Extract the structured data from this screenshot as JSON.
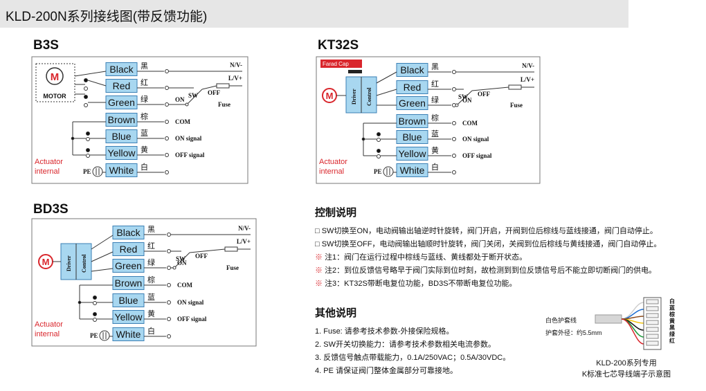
{
  "title": "KLD-200N系列接线图(带反馈功能)",
  "models": {
    "b3s": "B3S",
    "kt32s": "KT32S",
    "bd3s": "BD3S"
  },
  "wires": [
    {
      "en": "Black",
      "cn": "黑"
    },
    {
      "en": "Red",
      "cn": "红"
    },
    {
      "en": "Green",
      "cn": "绿"
    },
    {
      "en": "Brown",
      "cn": "棕"
    },
    {
      "en": "Blue",
      "cn": "蓝"
    },
    {
      "en": "Yellow",
      "cn": "黄"
    },
    {
      "en": "White",
      "cn": "白"
    }
  ],
  "terminals": {
    "nv": "N/V-",
    "lv": "L/V+",
    "com": "COM",
    "on_signal": "ON signal",
    "off_signal": "OFF signal",
    "fuse": "Fuse",
    "sw": "SW",
    "on": "ON",
    "off": "OFF",
    "pe": "PE"
  },
  "labels": {
    "motor": "MOTOR",
    "m": "M",
    "driver": "Driver",
    "control": "Control",
    "farad": "Farad Cap",
    "actuator1": "Actuator",
    "actuator2": "internal"
  },
  "control": {
    "heading": "控制说明",
    "items": [
      {
        "mark": "□",
        "text": "SW切换至ON，电动阀输出轴逆时针旋转，阀门开启，开阀到位后棕线与蓝线接通，阀门自动停止。"
      },
      {
        "mark": "□",
        "text": "SW切换至OFF，电动阀输出轴顺时针旋转，阀门关闭，关阀到位后棕线与黄线接通，阀门自动停止。"
      },
      {
        "mark": "※",
        "text": "注1：阀门在运行过程中棕线与蓝线、黄线都处于断开状态。"
      },
      {
        "mark": "※",
        "text": "注2：到位反馈信号略早于阀门实际到位时刻，故检测到到位反馈信号后不能立即切断阀门的供电。"
      },
      {
        "mark": "※",
        "text": "注3：KT32S带断电复位功能，BD3S不带断电复位功能。"
      }
    ]
  },
  "other": {
    "heading": "其他说明",
    "items": [
      "1. Fuse: 请参考技术参数-外接保险规格。",
      "2. SW开关切换能力：请参考技术参数相关电流参数。",
      "3. 反馈信号触点带载能力，0.1A/250VAC；0.5A/30VDC。",
      "4. PE 请保证阀门整体金属部分可靠接地。"
    ]
  },
  "terminal_fig": {
    "sheath": "白色护套线",
    "diameter": "护套外径：约5.5mm",
    "colors": [
      "白",
      "蓝",
      "棕",
      "黄",
      "黑",
      "绿",
      "红"
    ],
    "caption1": "KLD-200系列专用",
    "caption2": "K标准七芯导线端子示意图"
  },
  "accent": {
    "wire_box": "#a8d7f0",
    "wire_border": "#3a7fb5",
    "red": "#d9262c"
  }
}
